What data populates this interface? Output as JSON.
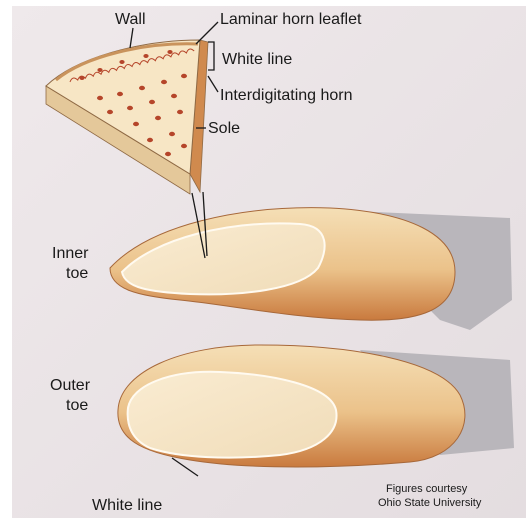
{
  "labels": {
    "wall": "Wall",
    "laminar_horn_leaflet": "Laminar horn leaflet",
    "white_line_top": "White line",
    "interdigitating_horn": "Interdigitating horn",
    "sole": "Sole",
    "inner_toe_line1": "Inner",
    "inner_toe_line2": "toe",
    "outer_toe_line1": "Outer",
    "outer_toe_line2": "toe",
    "white_line_bottom": "White line",
    "credit_line1": "Figures courtesy",
    "credit_line2": "Ohio State University"
  },
  "colors": {
    "paper": "#ece6e8",
    "horn": "#f0d6a8",
    "horn_dark": "#c4783c",
    "wedge_top": "#f7e6c5",
    "dots": "#b5452a",
    "shadow": "#b7b4b9"
  }
}
